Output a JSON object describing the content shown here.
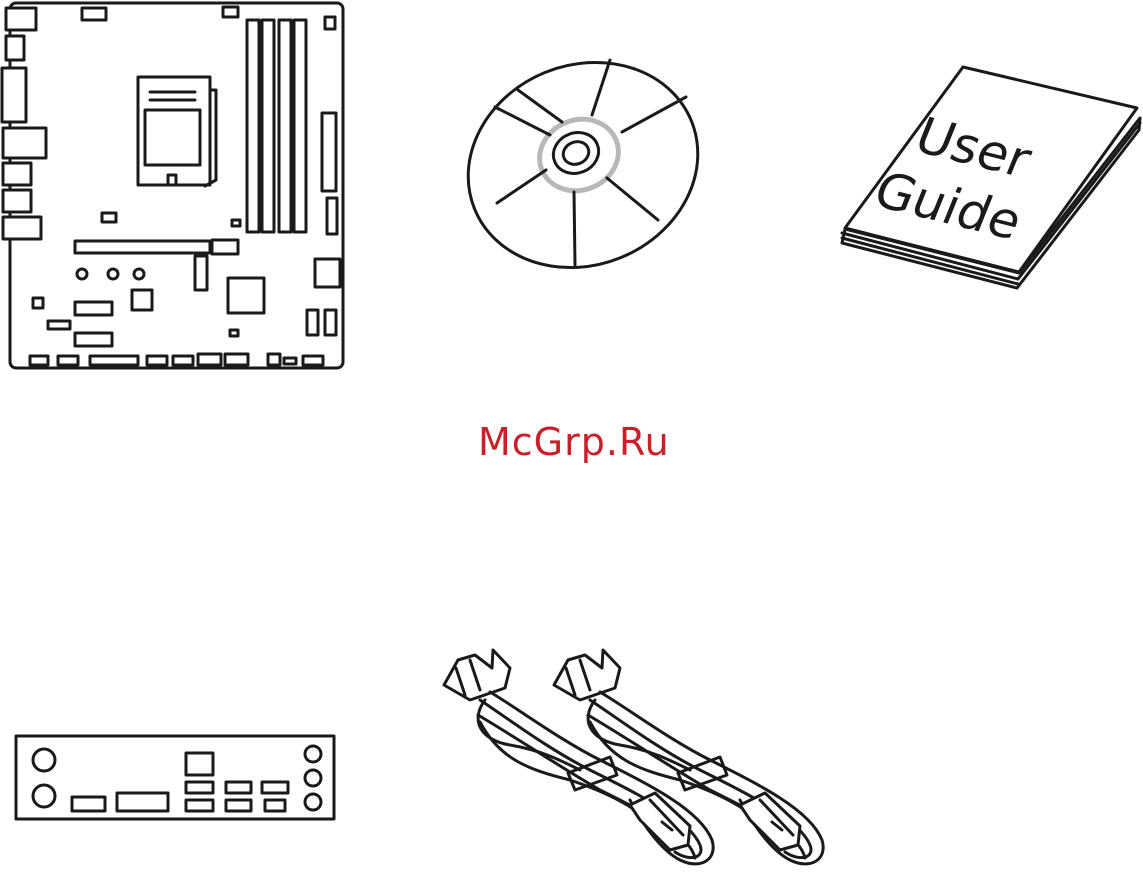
{
  "items": {
    "motherboard": {
      "name": "motherboard"
    },
    "disc": {
      "name": "driver-disc"
    },
    "guide": {
      "line1": "User",
      "line2": "Guide"
    },
    "io_shield": {
      "name": "io-shield"
    },
    "sata_cables": {
      "name": "sata-cables",
      "count": 2
    }
  },
  "watermark": {
    "text": "McGrp.Ru",
    "color": "#c8202a"
  }
}
